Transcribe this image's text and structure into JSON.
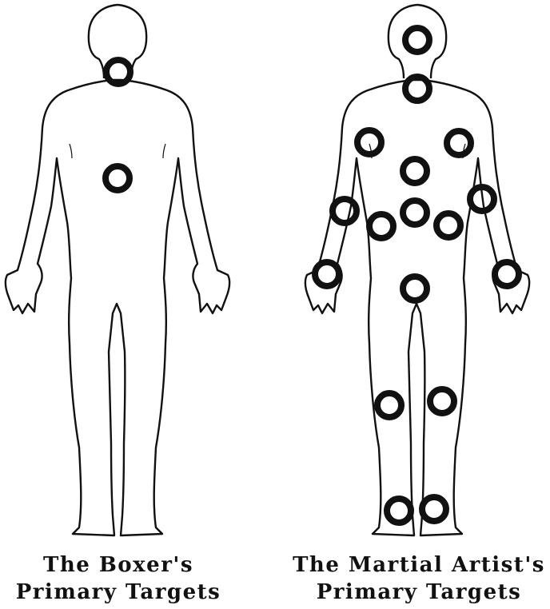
{
  "colors": {
    "outline": "#111111",
    "target": "#111111",
    "background": "#ffffff"
  },
  "left_figure": {
    "caption_line1": "The Boxer's",
    "caption_line2": "Primary Targets",
    "targets": [
      "jaw",
      "solar plexus"
    ]
  },
  "right_figure": {
    "caption_line1": "The Martial Artist's",
    "caption_line2": "Primary Targets",
    "targets": [
      "head",
      "throat",
      "right shoulder",
      "left shoulder",
      "sternum",
      "right biceps",
      "left biceps",
      "right ribs",
      "solar plexus",
      "left ribs",
      "right wrist",
      "groin",
      "left wrist",
      "right knee",
      "left knee",
      "right foot",
      "left foot"
    ]
  }
}
